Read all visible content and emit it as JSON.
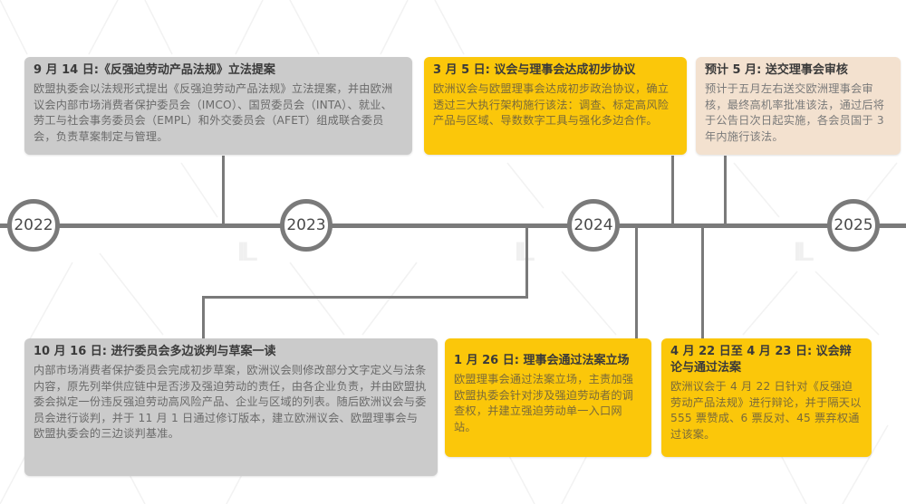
{
  "timeline": {
    "years": [
      "2022",
      "2023",
      "2024",
      "2025"
    ],
    "colors": {
      "axis": "#7a7a7a",
      "gray_card": "#cbcbcb",
      "yellow_card": "#fbc70a",
      "beige_card": "#f3e1cf"
    }
  },
  "events": {
    "e1": {
      "title": "9 月 14 日:《反强迫劳动产品法规》立法提案",
      "body": "欧盟执委会以法规形式提出《反强迫劳动产品法规》立法提案，并由欧洲议会内部市场消费者保护委员会（IMCO）、国贸委员会（INTA）、就业、劳工与社会事务委员会（EMPL）和外交委员会（AFET）组成联合委员会，负责草案制定与管理。"
    },
    "e2": {
      "title": "10 月 16 日: 进行委员会多边谈判与草案一读",
      "body": "内部市场消费者保护委员会完成初步草案，欧洲议会则修改部分文字定义与法条内容，原先列举供应链中是否涉及强迫劳动的责任，由各企业负责，并由欧盟执委会拟定一份违反强迫劳动高风险产品、企业与区域的列表。随后欧洲议会与委员会进行谈判，并于 11 月 1 日通过修订版本，建立欧洲议会、欧盟理事会与欧盟执委会的三边谈判基准。"
    },
    "e3": {
      "title": "1 月 26 日: 理事会通过法案立场",
      "body": "欧盟理事会通过法案立场，主责加强欧盟执委会针对涉及强迫劳动者的调查权，并建立强迫劳动单一入口网站。"
    },
    "e4": {
      "title": "3 月 5 日: 议会与理事会达成初步协议",
      "body": "欧洲议会与欧盟理事会达成初步政治协议，确立透过三大执行架构施行该法：调查、标定高风险产品与区域、导数数字工具与强化多边合作。"
    },
    "e5": {
      "title": "4 月 22 日至 4 月 23 日: 议会辩论与通过法案",
      "body": "欧洲议会于 4 月 22 日针对《反强迫劳动产品法规》进行辩论，并于隔天以 555 票赞成、6 票反对、45 票弃权通过该案。"
    },
    "e6": {
      "title": "预计 5 月: 送交理事会审核",
      "body": "预计于五月左右送交欧洲理事会审核，最终高机率批准该法，通过后将于公告日次日起实施，各会员国于 3 年内施行该法。"
    }
  },
  "watermark": {
    "glyph": "IL"
  }
}
